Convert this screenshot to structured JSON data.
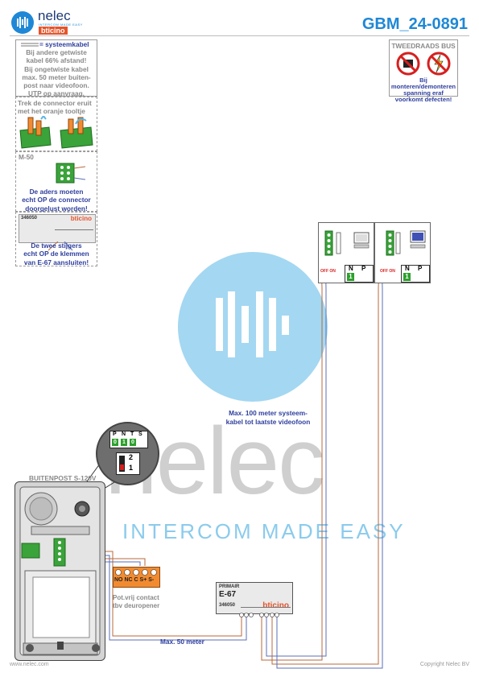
{
  "header": {
    "brand_name": "nelec",
    "brand_tagline": "INTERCOM MADE EASY",
    "brand_sub": "bticino",
    "doc_code": "GBM_24-0891"
  },
  "legend": {
    "cable_label": "= systeemkabel",
    "cable_notes": [
      "Bij andere getwiste",
      "kabel 66% afstand!",
      "Bij ongetwiste kabel",
      "max. 50 meter buiten-",
      "post naar videofoon.",
      "UTP op aanvraag."
    ],
    "connector_title": [
      "Trek de connector eruit",
      "met het oranje tooltje"
    ],
    "m50_title": "M-50",
    "m50_notes": [
      "De aders moeten",
      "echt OP de connector",
      "doorgelust worden!"
    ],
    "module_code": "346050",
    "module_brand": "bticino",
    "e67_notes": [
      "De twee stijgers",
      "echt OP de klemmen",
      "van E-67 aansluiten!"
    ]
  },
  "warning": {
    "title": "TWEEDRAADS BUS",
    "lines": [
      "Bij monteren/demonteren",
      "spanning eraf",
      "voorkomt defecten!"
    ]
  },
  "monitors": {
    "terminals": [
      "N",
      "P"
    ],
    "jumper_value": "1",
    "jumper_label": "OFF ON"
  },
  "labels": {
    "max100": [
      "Max. 100 meter systeem-",
      "kabel tot laatste videofoon"
    ],
    "max50": "Max. 50 meter",
    "outdoor_unit": "BUITENPOST S-120V",
    "relay_terminals": [
      "NO",
      "NC",
      "C",
      "S+",
      "S-"
    ],
    "relay_note": [
      "Pot.vrij contact",
      "tbv deuropener"
    ],
    "zoom_terminals": [
      "P",
      "N",
      "T",
      "S"
    ],
    "zoom_values": [
      "0",
      "1",
      "0",
      ""
    ],
    "zoom_switch": [
      "2",
      "1"
    ]
  },
  "psu": {
    "label_top": "PRIMAIR",
    "model": "E-67",
    "code": "346050",
    "brand": "bticino"
  },
  "watermark": {
    "word": "nelec",
    "tagline": "INTERCOM MADE EASY"
  },
  "footer": {
    "website": "www.nelec.com",
    "copyright": "Copyright Nelec BV"
  },
  "colors": {
    "brand_blue": "#1e88d6",
    "text_blue": "#2f3f9e",
    "wire_brown": "#b86a3a",
    "wire_blue": "#5b6fb8",
    "relay_orange": "#f28b30",
    "green": "#2ca02c",
    "red": "#d62020"
  }
}
